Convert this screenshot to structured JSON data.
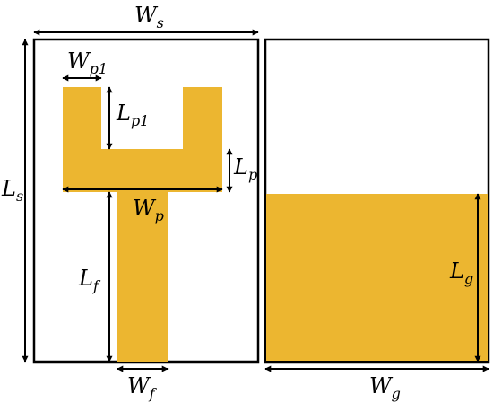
{
  "colors": {
    "copper": "#ecb630",
    "outline": "#000000",
    "background": "#ffffff"
  },
  "labels": {
    "ws": {
      "main": "W",
      "sub": "s"
    },
    "ls": {
      "main": "L",
      "sub": "s"
    },
    "wp1": {
      "main": "W",
      "sub": "p1"
    },
    "lp1": {
      "main": "L",
      "sub": "p1"
    },
    "lp": {
      "main": "L",
      "sub": "p"
    },
    "wp": {
      "main": "W",
      "sub": "p"
    },
    "lf": {
      "main": "L",
      "sub": "f"
    },
    "wf": {
      "main": "W",
      "sub": "f"
    },
    "lg": {
      "main": "L",
      "sub": "g"
    },
    "wg": {
      "main": "W",
      "sub": "g"
    }
  }
}
